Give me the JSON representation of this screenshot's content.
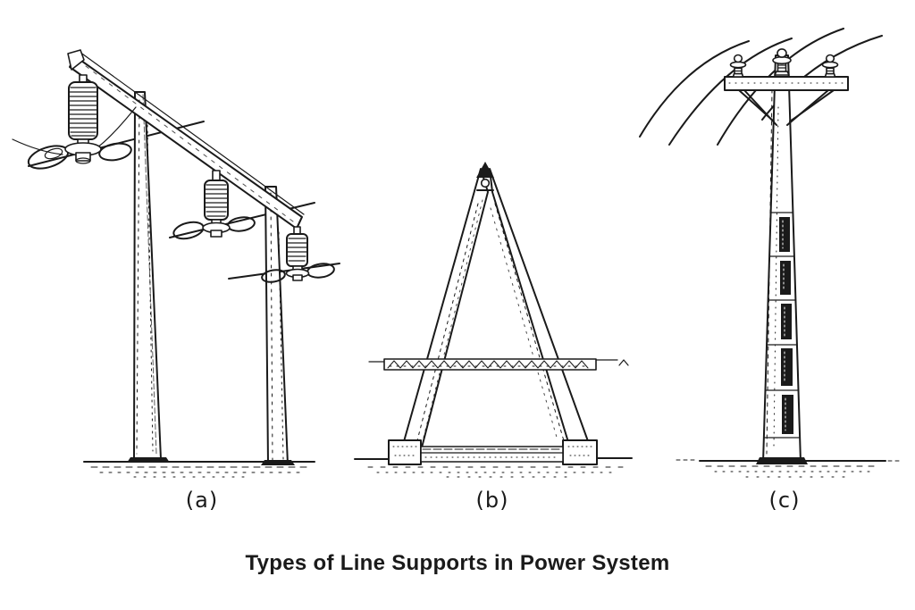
{
  "colors": {
    "ink": "#1a1a1a",
    "background": "#ffffff"
  },
  "figure": {
    "caption": "Types of Line Supports in Power System",
    "panels": [
      {
        "label": "(a)"
      },
      {
        "label": "(b)"
      },
      {
        "label": "(c)"
      }
    ]
  }
}
